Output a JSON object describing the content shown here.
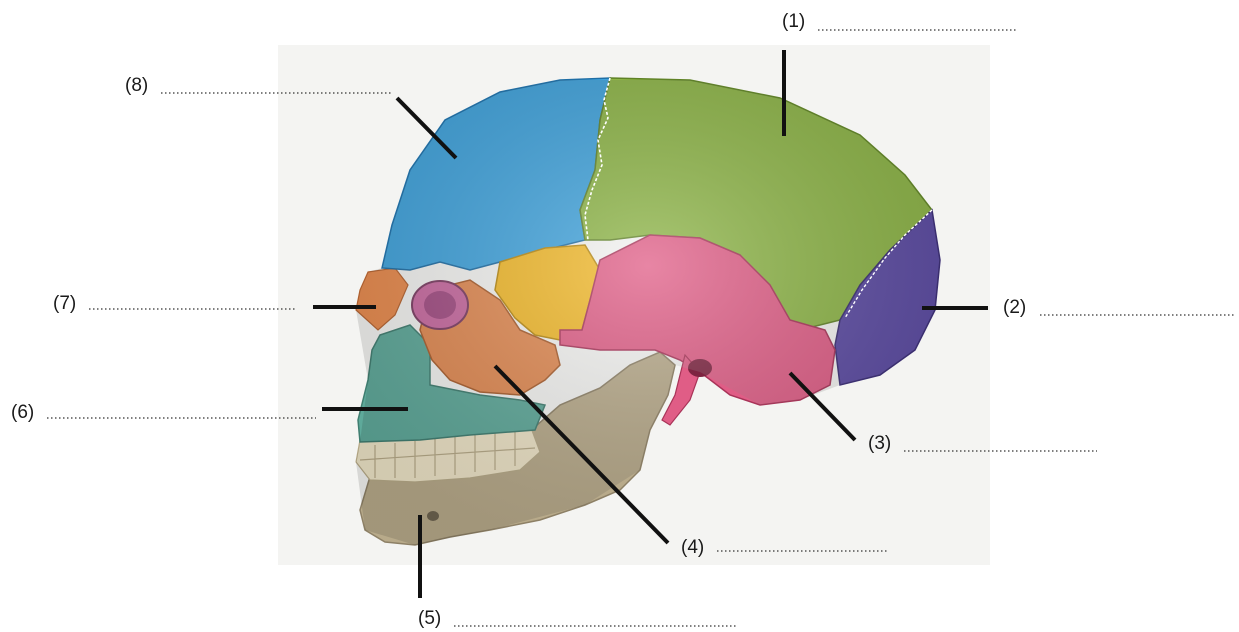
{
  "diagram": {
    "subject": "lateral view of the human skull with colour-coded bones",
    "colors": {
      "background_panel": "#f4f4f2",
      "parietal": "#8db546",
      "frontal": "#3fa3dd",
      "occipital": "#5b4aa3",
      "temporal": "#e05d86",
      "sphenoid": "#f2b929",
      "zygomatic": "#e28a52",
      "nasal": "#e98a4c",
      "maxilla": "#5ea99a",
      "mandible": "#b8aa8a",
      "teeth": "#efe5c8",
      "leader_line": "#111111"
    },
    "labels": [
      {
        "id": "1",
        "text": "(1)"
      },
      {
        "id": "2",
        "text": "(2)"
      },
      {
        "id": "3",
        "text": "(3)"
      },
      {
        "id": "4",
        "text": "(4)"
      },
      {
        "id": "5",
        "text": "(5)"
      },
      {
        "id": "6",
        "text": "(6)"
      },
      {
        "id": "7",
        "text": "(7)"
      },
      {
        "id": "8",
        "text": "(8)"
      }
    ]
  }
}
